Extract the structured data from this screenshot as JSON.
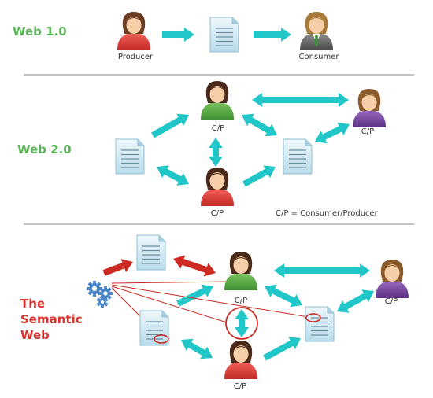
{
  "sections": {
    "web1": {
      "title": "Web 1.0",
      "producer_label": "Producer",
      "consumer_label": "Consumer"
    },
    "web2": {
      "title": "Web 2.0",
      "node_label": "C/P",
      "legend": "C/P = Consumer/Producer"
    },
    "semantic": {
      "title_lines": [
        "The",
        "Semantic",
        "Web"
      ],
      "node_label": "C/P"
    }
  },
  "colors": {
    "web_title_green": "#5bb65a",
    "semantic_title_red": "#d8332a",
    "arrow_cyan": "#21c6c8",
    "arrow_red": "#cc2a22",
    "document_blue": "#cfe6f1",
    "person_red": "#e2403b",
    "person_green": "#5fae4a",
    "person_purple": "#7a4ca0",
    "gears_blue": "#4a86c8",
    "divider": "#8a8a8a"
  }
}
